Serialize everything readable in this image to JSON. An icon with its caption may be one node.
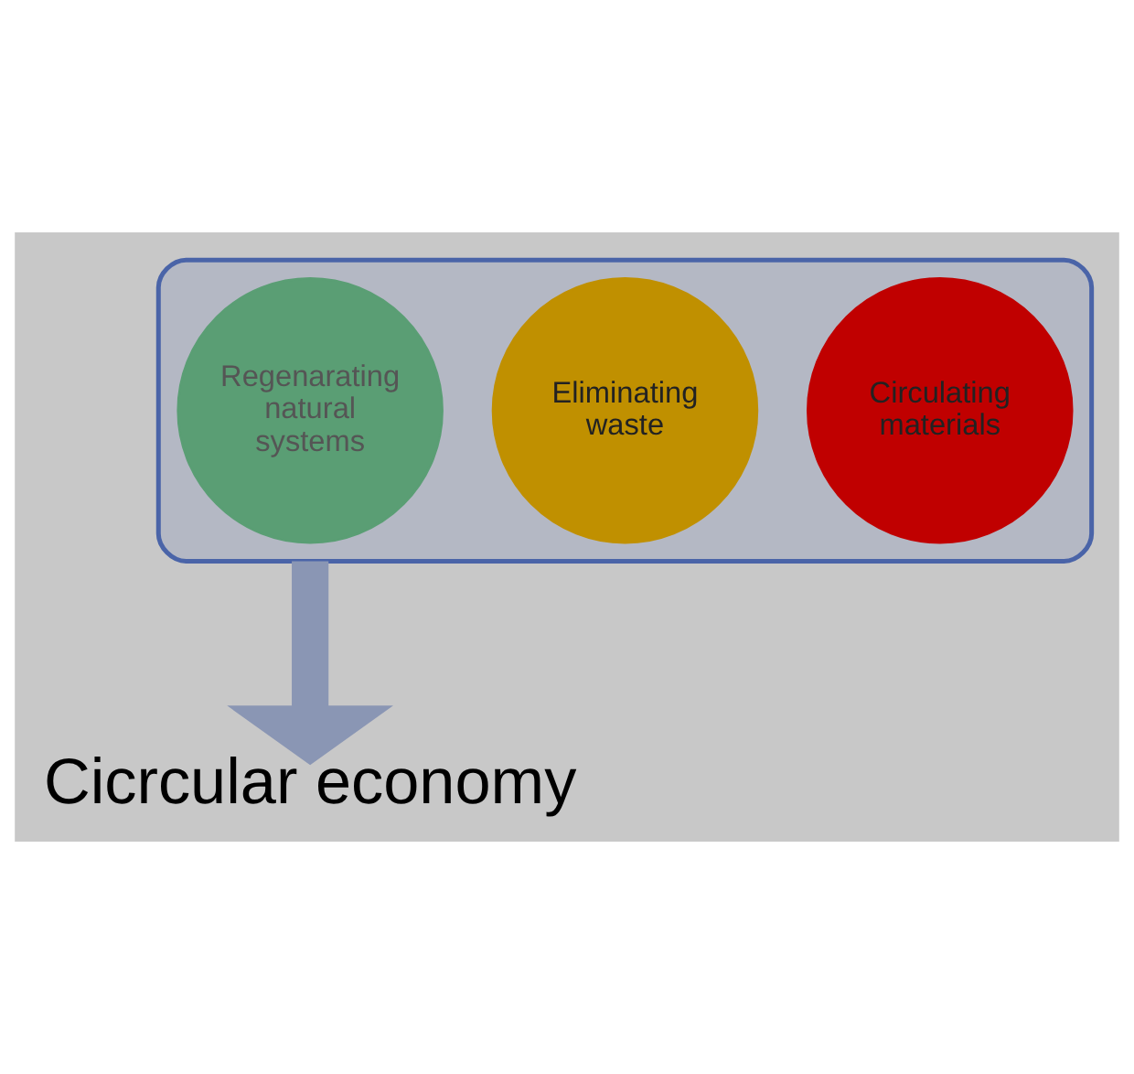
{
  "diagram": {
    "nodes": [
      {
        "text": [],
        "shape": "funnel"
      },
      {
        "text": [
          "Circulating materials"
        ],
        "in": 0
      },
      {
        "text": [
          "Eliminating waste"
        ],
        "in": 0
      },
      {
        "text": [
          "Regenarating natural systems"
        ],
        "in": 0
      },
      {
        "text": [
          "Cicrcular economy"
        ]
      }
    ],
    "edges": [
      {
        "from": 0,
        "to": 4,
        "arrow": "to"
      }
    ]
  }
}
